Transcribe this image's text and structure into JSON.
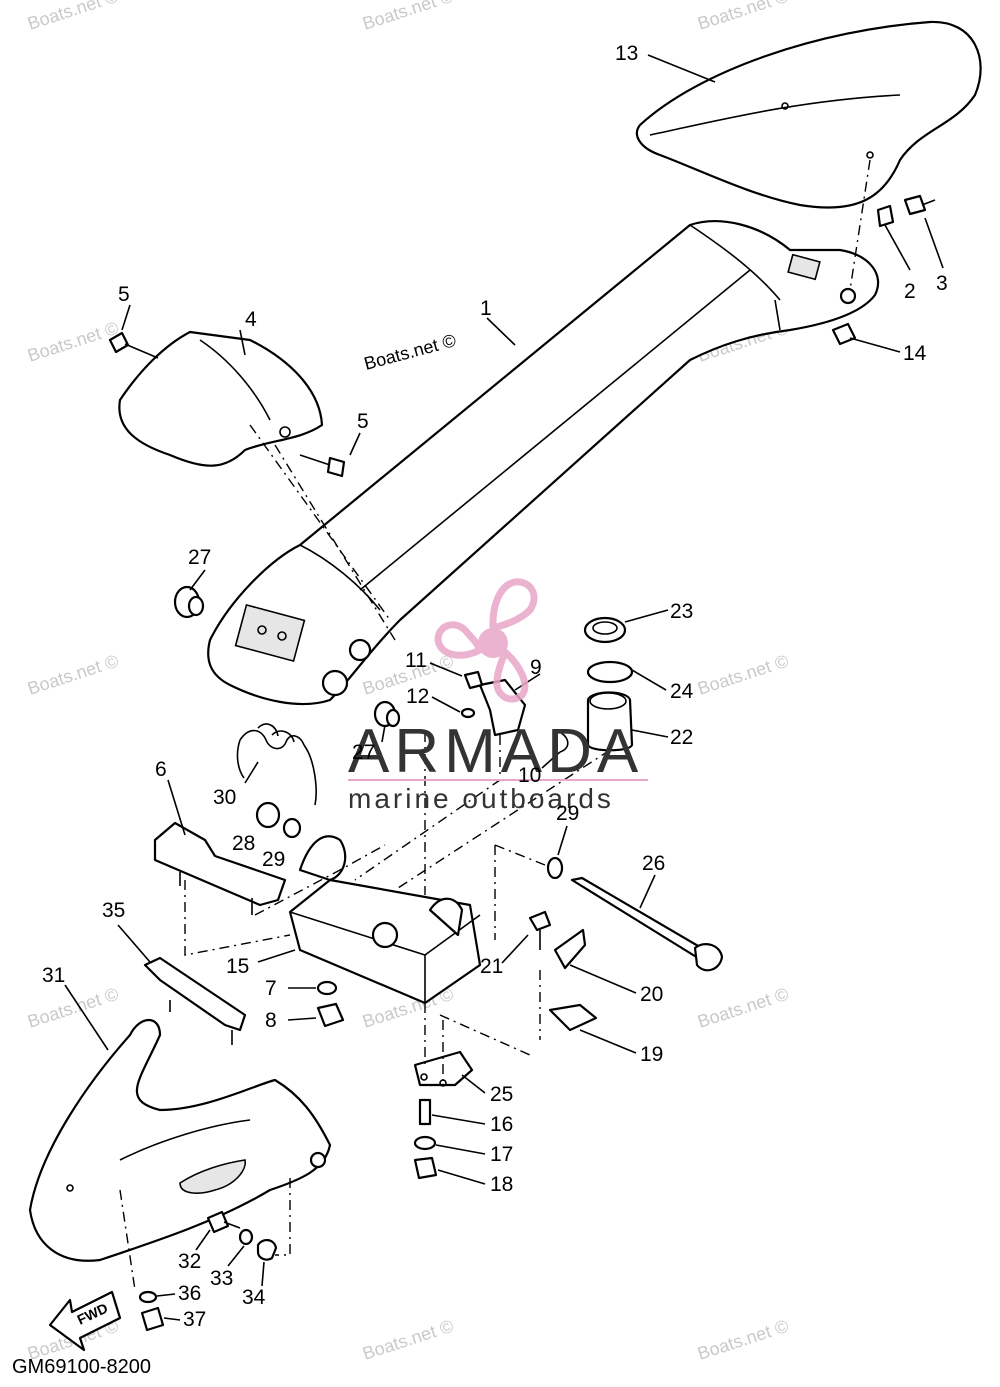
{
  "diagram": {
    "code": "GM69100-8200",
    "fwd_label": "FWD",
    "copyright_label": "Boats.net ©",
    "watermark_text": "Boats.net ©",
    "brand": {
      "title": "ARMADA",
      "subtitle": "marine outboards",
      "accent_color": "#e9a6c9"
    },
    "callouts": [
      "1",
      "2",
      "3",
      "4",
      "5",
      "5",
      "6",
      "7",
      "8",
      "9",
      "10",
      "11",
      "12",
      "13",
      "14",
      "15",
      "16",
      "17",
      "18",
      "19",
      "20",
      "21",
      "22",
      "23",
      "24",
      "25",
      "26",
      "27",
      "27",
      "28",
      "29",
      "29",
      "30",
      "31",
      "32",
      "33",
      "34",
      "35",
      "36",
      "37"
    ]
  }
}
